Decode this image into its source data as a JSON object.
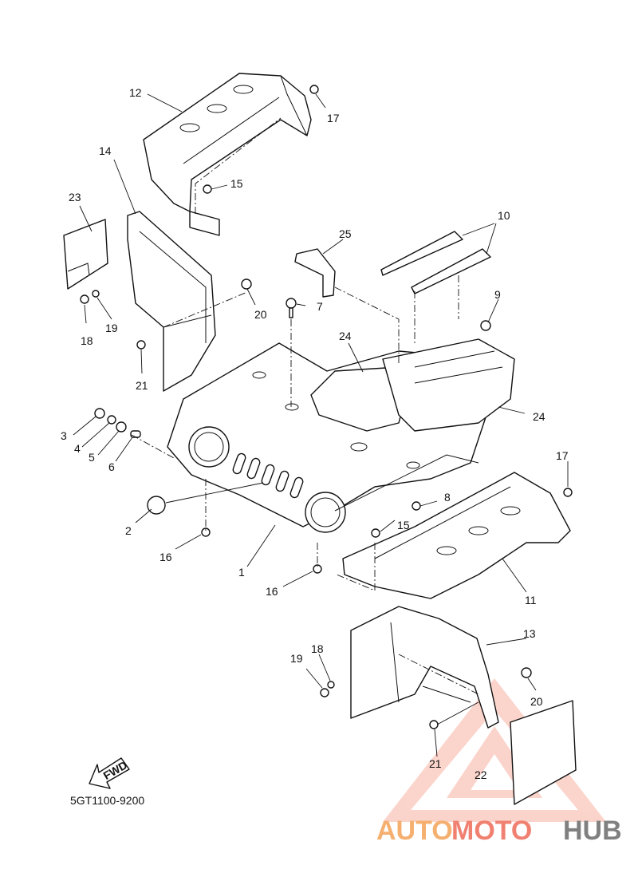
{
  "diagram_code": "5GT1100-9200",
  "fwd_label": "FWD",
  "watermark": {
    "part1": "AUTO",
    "part2": "MOTO",
    "part3": "HUB",
    "color_red": "#f08070",
    "color_orange": "#f5b070",
    "color_gray": "#808080"
  },
  "callouts": [
    {
      "id": "c1",
      "text": "1"
    },
    {
      "id": "c2",
      "text": "2"
    },
    {
      "id": "c3",
      "text": "3"
    },
    {
      "id": "c4",
      "text": "4"
    },
    {
      "id": "c5",
      "text": "5"
    },
    {
      "id": "c6",
      "text": "6"
    },
    {
      "id": "c7",
      "text": "7"
    },
    {
      "id": "c8",
      "text": "8"
    },
    {
      "id": "c9",
      "text": "9"
    },
    {
      "id": "c10",
      "text": "10"
    },
    {
      "id": "c11",
      "text": "11"
    },
    {
      "id": "c12",
      "text": "12"
    },
    {
      "id": "c13",
      "text": "13"
    },
    {
      "id": "c14",
      "text": "14"
    },
    {
      "id": "c15a",
      "text": "15"
    },
    {
      "id": "c15b",
      "text": "15"
    },
    {
      "id": "c16a",
      "text": "16"
    },
    {
      "id": "c16b",
      "text": "16"
    },
    {
      "id": "c17a",
      "text": "17"
    },
    {
      "id": "c17b",
      "text": "17"
    },
    {
      "id": "c18a",
      "text": "18"
    },
    {
      "id": "c18b",
      "text": "18"
    },
    {
      "id": "c19a",
      "text": "19"
    },
    {
      "id": "c19b",
      "text": "19"
    },
    {
      "id": "c20a",
      "text": "20"
    },
    {
      "id": "c20b",
      "text": "20"
    },
    {
      "id": "c21a",
      "text": "21"
    },
    {
      "id": "c21b",
      "text": "21"
    },
    {
      "id": "c22",
      "text": "22"
    },
    {
      "id": "c23",
      "text": "23"
    },
    {
      "id": "c24a",
      "text": "24"
    },
    {
      "id": "c24b",
      "text": "24"
    },
    {
      "id": "c25",
      "text": "25"
    }
  ]
}
